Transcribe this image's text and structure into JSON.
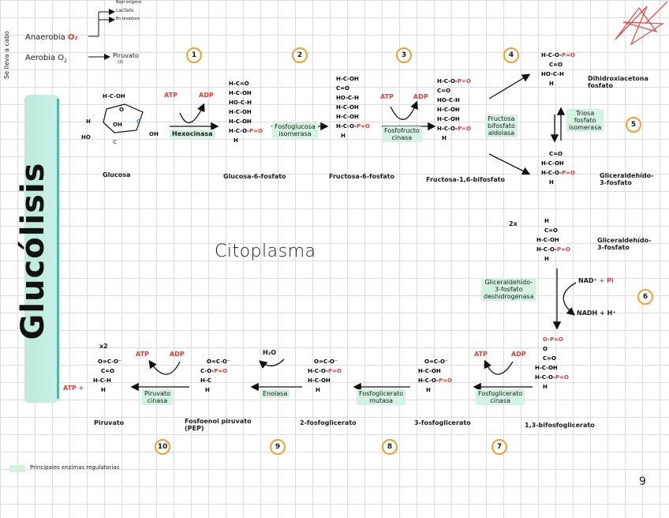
{
  "header": {
    "se_lleva_a_cabo": "Se lleva a cabo",
    "anaerobia": "Anaerobia",
    "aerobia": "Aerobia O",
    "aerobia_sub": "2",
    "piruvato_label": "Piruvato",
    "piruvato_count": "(2)",
    "branch_top": "Bajo oxigeno",
    "lactato": "Lactato",
    "fermentacion": "En levadura"
  },
  "title": "Glucólisis",
  "location": "Citoplasma",
  "page_number": "9",
  "legend": "Principales enzimas regulatorias",
  "cofactors": {
    "atp": "ATP",
    "adp": "ADP",
    "nad": "NAD⁺",
    "pi": "+ Pi",
    "nadh": "NADH + H⁺",
    "h2o": "H₂O",
    "x2": "x2",
    "two_x": "2x",
    "atp_plus": "ATP +"
  },
  "steps": [
    "1",
    "2",
    "3",
    "4",
    "5",
    "6",
    "7",
    "8",
    "9",
    "10"
  ],
  "enzymes": {
    "hexocinasa": "Hexocinasa",
    "fosfoglucosa": "Fosfoglucosa\nisomerasa",
    "fosfofructo": "Fosfofructo\ncinasa",
    "aldolasa": "Fructosa\nbifosfato\naldolasa",
    "triosa": "Triosa\nfosfato\nisomerasa",
    "gliceraldehido_dh": "Gliceraldehído-\n3-fosfato\ndeshidrogenasa",
    "fosfoglicerato_cinasa": "Fosfoglicerato\ncinasa",
    "fosfoglicerato_mutasa": "Fosfoglicerato\nmutasa",
    "enolasa": "Enolasa",
    "piruvato_cinasa": "Piruvato\ncinasa"
  },
  "molecules": {
    "glucosa": "Glucosa",
    "g6p": "Glucosa-6-fosfato",
    "f6p": "Fructosa-6-fosfato",
    "f16bp": "Fructosa-1,6-bifosfato",
    "dhap": "Dihidroxiacetona\nfosfato",
    "gap": "Gliceraldehído-\n3-fosfato",
    "gap2": "Gliceraldehído-\n3-fosfato",
    "bpg": "1,3-bifosfoglicerato",
    "pg3": "3-fosfoglicerato",
    "pg2": "2-fosfoglicerato",
    "pep": "Fosfoenol piruvato\n(PEP)",
    "piruvato": "Piruvato"
  }
}
